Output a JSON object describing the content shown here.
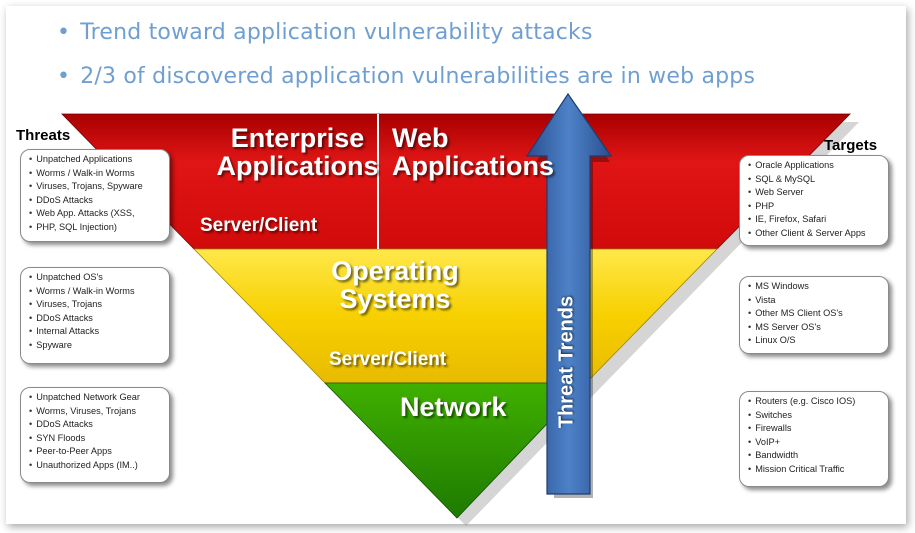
{
  "bullets": [
    "Trend toward application vulnerability attacks",
    "2/3 of discovered application vulnerabilities are in web apps"
  ],
  "bullet_symbol": "•",
  "layers": {
    "enterprise_line1": "Enterprise",
    "enterprise_line2": "Applications",
    "web_line1": "Web",
    "web_line2": "Applications",
    "server_client_top": "Server/Client",
    "os_line1": "Operating",
    "os_line2": "Systems",
    "server_client_os": "Server/Client",
    "network": "Network"
  },
  "arrow_label": "Threat Trends",
  "threats_title": "Threats",
  "targets_title": "Targets",
  "threat_boxes": [
    [
      "Unpatched Applications",
      "Worms  / Walk-in Worms",
      "Viruses, Trojans, Spyware",
      "DDoS Attacks",
      "Web App. Attacks  (XSS,",
      "PHP, SQL Injection)"
    ],
    [
      "Unpatched OS's",
      "Worms  / Walk-in Worms",
      "Viruses,  Trojans",
      "DDoS Attacks",
      "Internal  Attacks",
      "Spyware"
    ],
    [
      "Unpatched Network Gear",
      "Worms, Viruses, Trojans",
      "DDoS Attacks",
      "SYN Floods",
      "Peer-to-Peer Apps",
      "Unauthorized Apps (IM..)"
    ]
  ],
  "target_boxes": [
    [
      "Oracle Applications",
      "SQL  &  MySQL",
      "Web  Server",
      "PHP",
      "IE, Firefox, Safari",
      "Other Client & Server Apps"
    ],
    [
      "MS Windows",
      "Vista",
      "Other MS Client OS's",
      "MS Server OS's",
      "Linux O/S"
    ],
    [
      "Routers (e.g. Cisco IOS)",
      "Switches",
      "Firewalls",
      "VoIP+",
      "Bandwidth",
      "Mission  Critical  Traffic"
    ]
  ],
  "colors": {
    "red": "#d40b0b",
    "yellow": "#f2cd00",
    "green": "#2e9a00",
    "arrow": "#3f6fb5",
    "bullet_text": "#6f9fd2"
  }
}
